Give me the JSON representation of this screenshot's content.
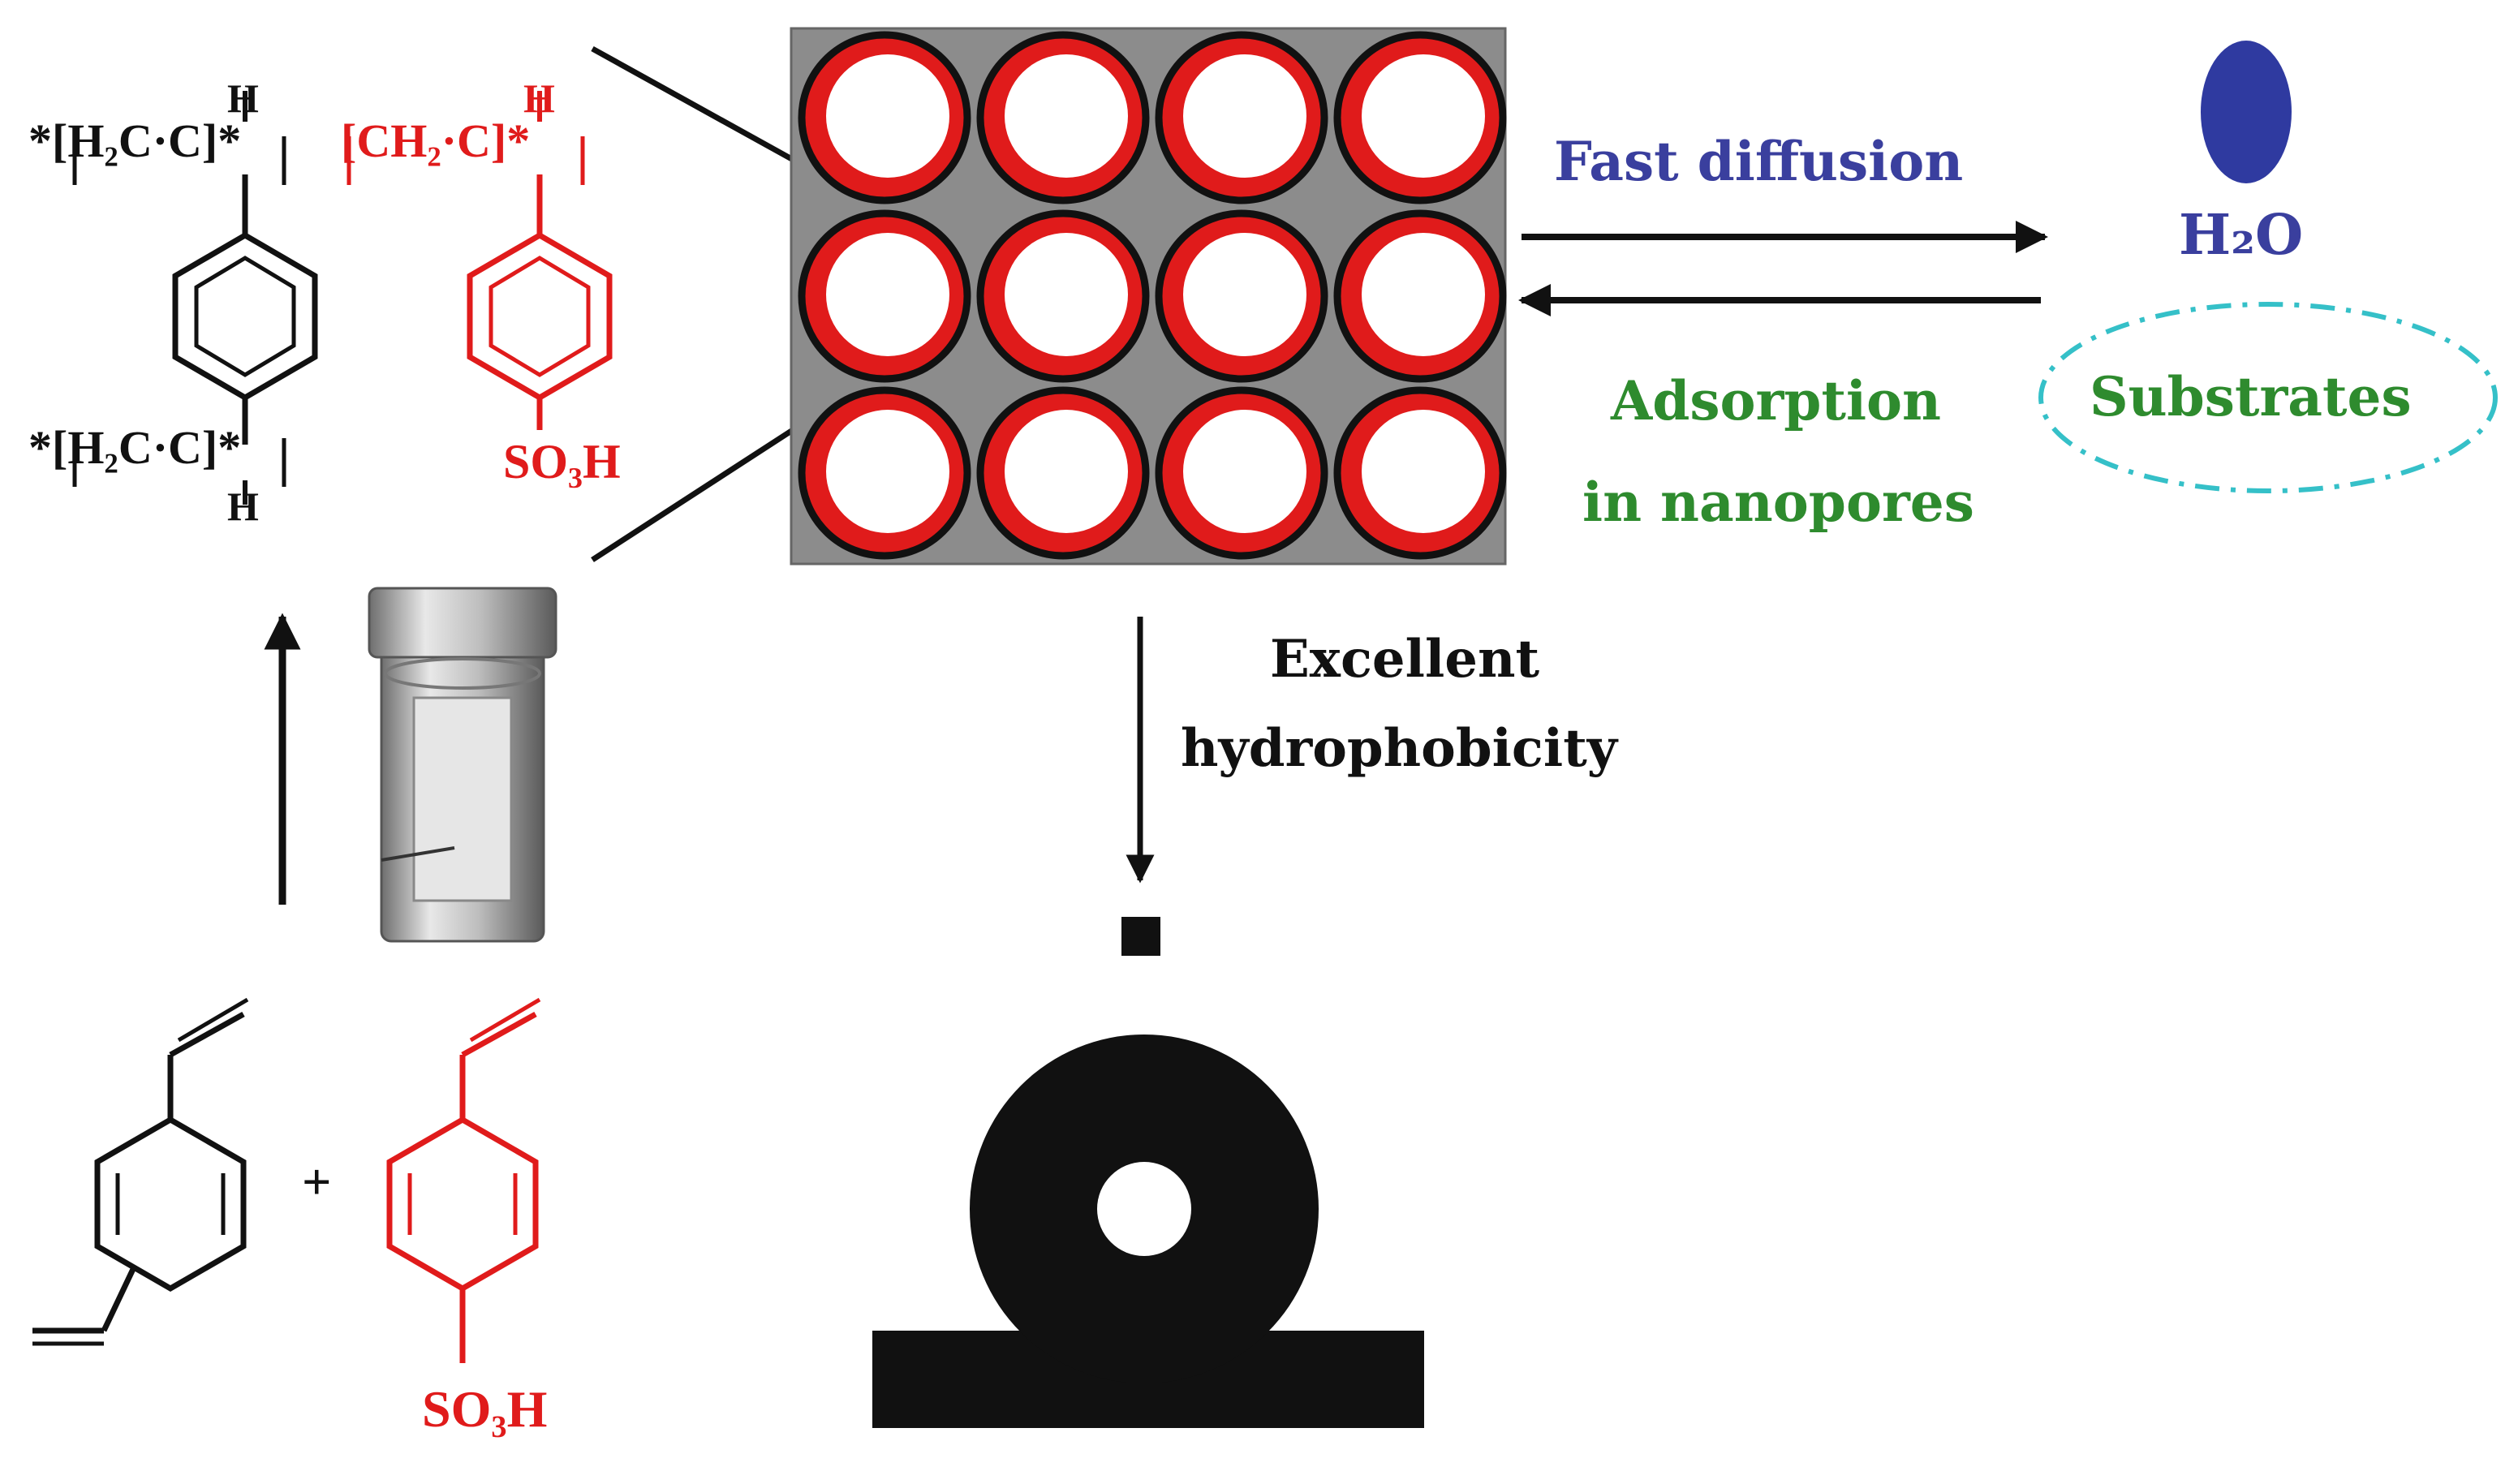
{
  "polymer": {
    "black_unit_top": "*[H₂C·C]*",
    "red_unit_top": "[CH₂·C]*",
    "black_unit_bottom": "*[H₂C·C]*",
    "h_atom": "H",
    "so3h": "SO₃H"
  },
  "monomer": {
    "plus": "+",
    "so3h": "SO₃H"
  },
  "arrows": {
    "fast_diffusion": "Fast diffusion",
    "adsorption_line1": "Adsorption",
    "adsorption_line2": "in nanopores",
    "hydrophobicity_line1": "Excellent",
    "hydrophobicity_line2": "hydrophobicity"
  },
  "species": {
    "water": "H₂O",
    "substrates": "Substrates"
  },
  "colors": {
    "sulfonated": "#e01b1b",
    "water": "#3a3f9e",
    "adsorption": "#2e8b2e",
    "substrate_ellipse": "#35c0c8",
    "pore_panel": "#8c8c8c"
  },
  "icons": {
    "pore_array": "porous-particle-array",
    "autoclave": "autoclave-vessel-icon",
    "water_droplet": "water-drop-icon",
    "contact_angle": "water-contact-angle-droplet"
  }
}
